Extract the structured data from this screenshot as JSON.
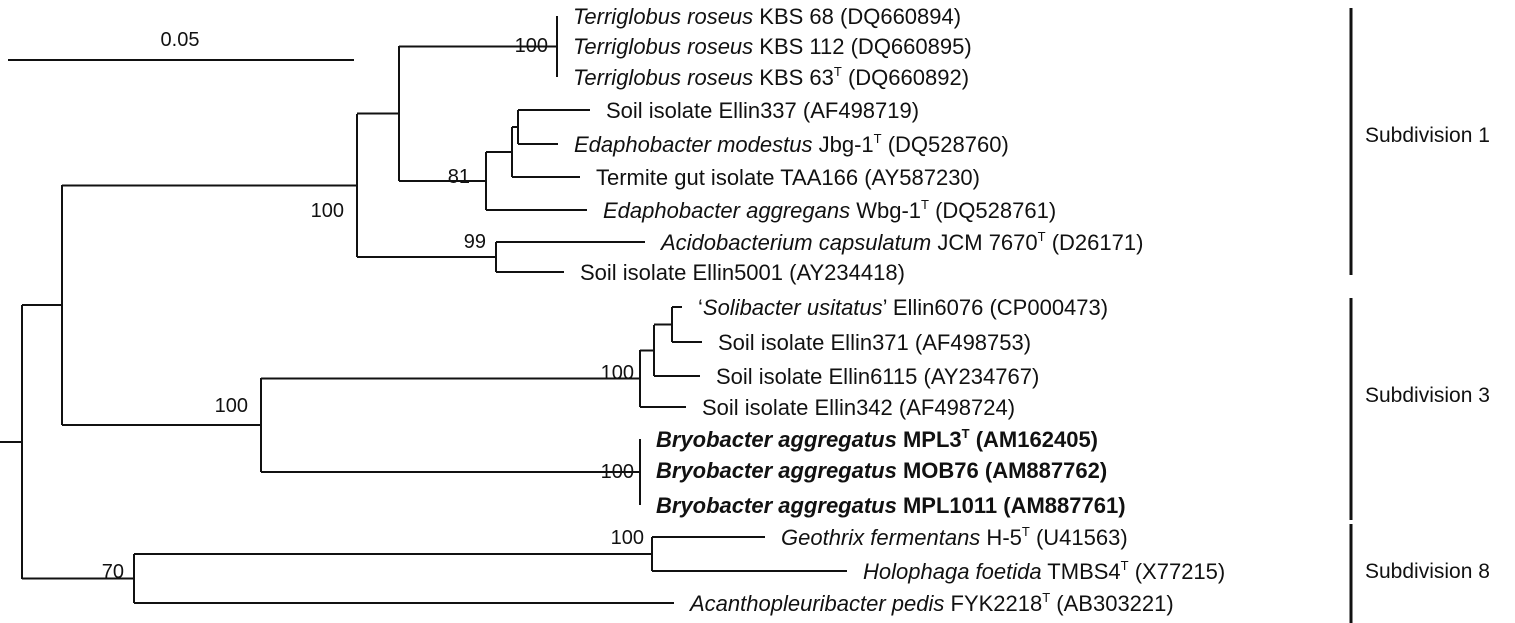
{
  "scale_bar": {
    "label": "0.05"
  },
  "taxa": [
    {
      "key": "t1",
      "parts": [
        {
          "t": "Terriglobus roseus",
          "s": "i"
        },
        {
          "t": " KBS 68 (DQ660894)"
        }
      ]
    },
    {
      "key": "t2",
      "parts": [
        {
          "t": "Terriglobus roseus",
          "s": "i"
        },
        {
          "t": " KBS 112 (DQ660895)"
        }
      ]
    },
    {
      "key": "t3",
      "parts": [
        {
          "t": "Terriglobus roseus",
          "s": "i"
        },
        {
          "t": " KBS 63"
        },
        {
          "t": "T",
          "s": "sup"
        },
        {
          "t": " (DQ660892)"
        }
      ]
    },
    {
      "key": "t4",
      "parts": [
        {
          "t": "Soil isolate Ellin337 (AF498719)"
        }
      ]
    },
    {
      "key": "t5",
      "parts": [
        {
          "t": "Edaphobacter modestus",
          "s": "i"
        },
        {
          "t": " Jbg-1"
        },
        {
          "t": "T",
          "s": "sup"
        },
        {
          "t": " (DQ528760)"
        }
      ]
    },
    {
      "key": "t6",
      "parts": [
        {
          "t": "Termite gut isolate TAA166 (AY587230)"
        }
      ]
    },
    {
      "key": "t7",
      "parts": [
        {
          "t": "Edaphobacter aggregans",
          "s": "i"
        },
        {
          "t": " Wbg-1"
        },
        {
          "t": "T",
          "s": "sup"
        },
        {
          "t": " (DQ528761)"
        }
      ]
    },
    {
      "key": "t8",
      "parts": [
        {
          "t": "Acidobacterium capsulatum",
          "s": "i"
        },
        {
          "t": " JCM 7670"
        },
        {
          "t": "T",
          "s": "sup"
        },
        {
          "t": " (D26171)"
        }
      ]
    },
    {
      "key": "t9",
      "parts": [
        {
          "t": "Soil isolate Ellin5001 (AY234418)"
        }
      ]
    },
    {
      "key": "t10",
      "parts": [
        {
          "t": "‘"
        },
        {
          "t": "Solibacter usitatus",
          "s": "i"
        },
        {
          "t": "’ Ellin6076 (CP000473)"
        }
      ]
    },
    {
      "key": "t11",
      "parts": [
        {
          "t": "Soil isolate Ellin371 (AF498753)"
        }
      ]
    },
    {
      "key": "t12",
      "parts": [
        {
          "t": "Soil isolate Ellin6115 (AY234767)"
        }
      ]
    },
    {
      "key": "t13",
      "parts": [
        {
          "t": "Soil isolate Ellin342 (AF498724)"
        }
      ]
    },
    {
      "key": "t14",
      "parts": [
        {
          "t": "Bryobacter aggregatus",
          "s": "bi"
        },
        {
          "t": " MPL3",
          "s": "b"
        },
        {
          "t": "T",
          "s": "bsup"
        },
        {
          "t": " (AM162405)",
          "s": "b"
        }
      ]
    },
    {
      "key": "t15",
      "parts": [
        {
          "t": "Bryobacter aggregatus",
          "s": "bi"
        },
        {
          "t": " MOB76 (AM887762)",
          "s": "b"
        }
      ]
    },
    {
      "key": "t16",
      "parts": [
        {
          "t": "Bryobacter aggregatus",
          "s": "bi"
        },
        {
          "t": " MPL1011 (AM887761)",
          "s": "b"
        }
      ]
    },
    {
      "key": "t17",
      "parts": [
        {
          "t": "Geothrix fermentans",
          "s": "i"
        },
        {
          "t": " H-5"
        },
        {
          "t": "T",
          "s": "sup"
        },
        {
          "t": " (U41563)"
        }
      ]
    },
    {
      "key": "t18",
      "parts": [
        {
          "t": "Holophaga foetida",
          "s": "i"
        },
        {
          "t": " TMBS4"
        },
        {
          "t": "T",
          "s": "sup"
        },
        {
          "t": " (X77215)"
        }
      ]
    },
    {
      "key": "t19",
      "parts": [
        {
          "t": "Acanthopleuribacter pedis",
          "s": "i"
        },
        {
          "t": " FYK2218"
        },
        {
          "t": "T",
          "s": "sup"
        },
        {
          "t": " (AB303221)"
        }
      ]
    }
  ],
  "bootstrap": [
    {
      "key": "b_terriglobus",
      "value": "100"
    },
    {
      "key": "b_edapho",
      "value": "81"
    },
    {
      "key": "b_sub1",
      "value": "100"
    },
    {
      "key": "b_acido",
      "value": "99"
    },
    {
      "key": "b_solibacter",
      "value": "100"
    },
    {
      "key": "b_sub3",
      "value": "100"
    },
    {
      "key": "b_bryo",
      "value": "100"
    },
    {
      "key": "b_holo",
      "value": "100"
    },
    {
      "key": "b_sub8",
      "value": "70"
    }
  ],
  "subdivisions": [
    {
      "key": "s1",
      "label": "Subdivision 1"
    },
    {
      "key": "s3",
      "label": "Subdivision 3"
    },
    {
      "key": "s8",
      "label": "Subdivision 8"
    }
  ]
}
